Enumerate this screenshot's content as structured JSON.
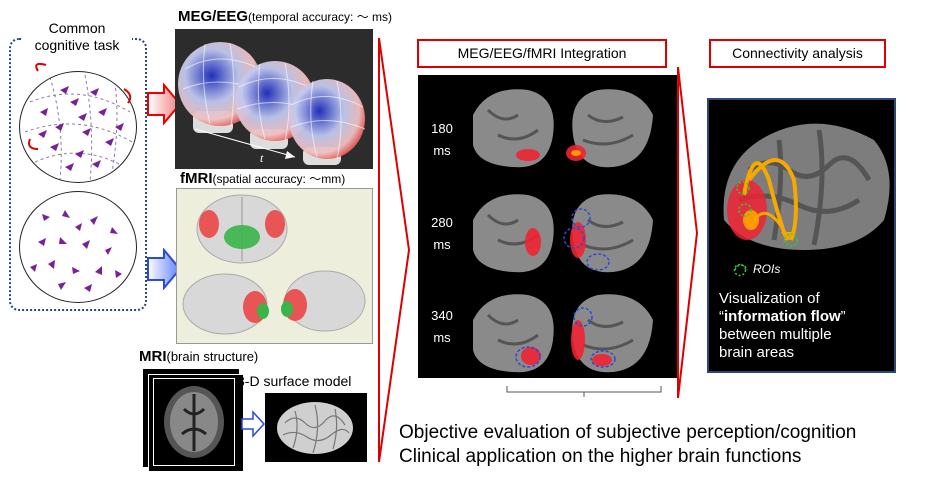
{
  "common_task": {
    "label": "Common\ncognitive task"
  },
  "meg_eeg": {
    "bold": "MEG/EEG",
    "note": "(temporal accuracy: 〜 ms)",
    "t_label": "t"
  },
  "fmri": {
    "bold": "fMRI",
    "note": "(spatial accuracy: 〜mm)"
  },
  "mri": {
    "bold": "MRI",
    "note": "(brain structure)",
    "surface": "3-D surface model"
  },
  "integration": {
    "title": "MEG/EEG/fMRI Integration",
    "times": [
      "180\nms",
      "280\nms",
      "340\nms"
    ]
  },
  "connectivity": {
    "title": "Connectivity analysis",
    "roi_label": "ROIs",
    "text_1": "Visualization of",
    "text_quote_open": "“",
    "text_bold": "information flow",
    "text_quote_close": "”",
    "text_2": "between multiple",
    "text_3": "brain areas"
  },
  "captions": {
    "line1": "Objective evaluation of subjective perception/cognition",
    "line2": "Clinical application on the higher brain functions"
  },
  "colors": {
    "accent_red": "#dd0000",
    "accent_blue": "#2a4bd8",
    "frame_blue": "#2b4a73",
    "arrow_orange": "#f5a800"
  }
}
